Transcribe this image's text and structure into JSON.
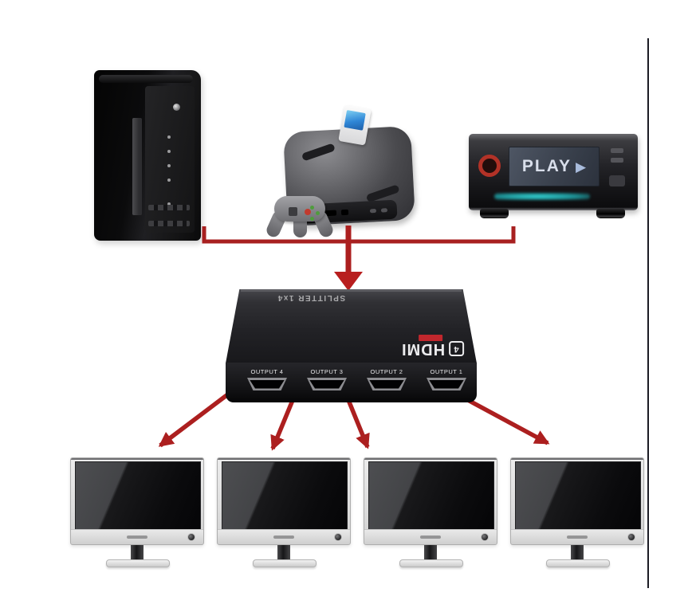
{
  "colors": {
    "background": "#ffffff",
    "arrow_red": "#ac1f1f",
    "splitter_body": "#1d1d20",
    "display_glow_teal": "#29b3b3",
    "hdmi_badge_red": "#c1272d"
  },
  "sources": {
    "pc_tower_icon": "desktop-tower-pc",
    "game_console_icon": "retro-game-console",
    "media_player_icon": "media-player",
    "media_player_display": {
      "text": "PLAY",
      "play_symbol": "▶"
    }
  },
  "splitter": {
    "top_label": "SPLITTER 1x4",
    "logo": {
      "port_count": "4",
      "brand": "HDMI"
    },
    "ports": [
      {
        "label": "OUTPUT 4"
      },
      {
        "label": "OUTPUT 3"
      },
      {
        "label": "OUTPUT 2"
      },
      {
        "label": "OUTPUT 1"
      }
    ]
  },
  "outputs": {
    "monitor_icon": "lcd-monitor",
    "count": 4
  }
}
